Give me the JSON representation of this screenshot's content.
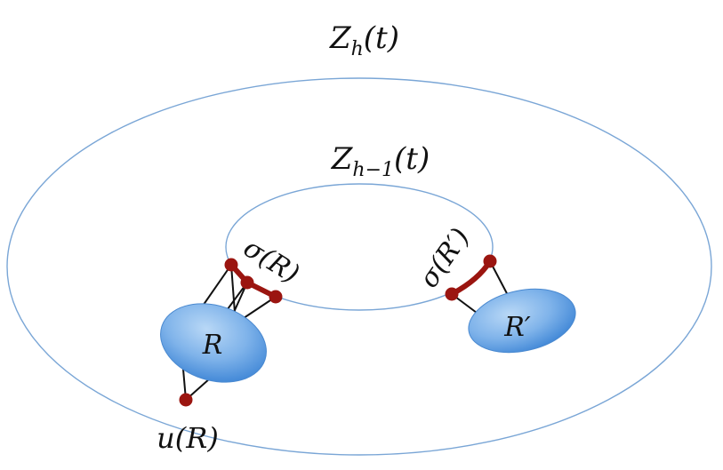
{
  "labels": {
    "outer_region": "Zh(t)",
    "inner_region": "Zh−1(t)",
    "sigma_R": "σ(R)",
    "sigma_R_prime": "σ(R′)",
    "node_R": "R",
    "node_R_prime": "R′",
    "u_R": "u(R)"
  },
  "colors": {
    "ring_stroke": "#7aa6d6",
    "blob_fill_light": "#a8cdf3",
    "blob_fill_dark": "#3a86d8",
    "dark_red": "#9b1510",
    "edge": "#111111"
  }
}
